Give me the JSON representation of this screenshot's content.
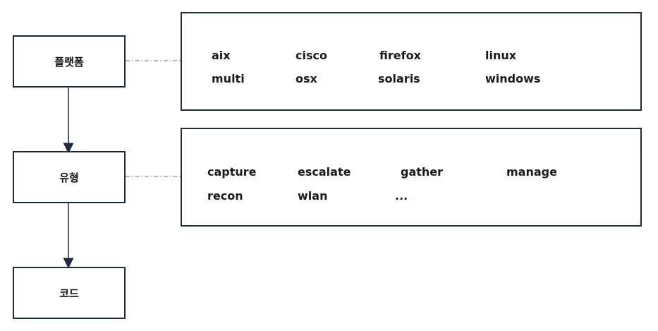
{
  "diagram": {
    "nodes": {
      "platform": "플랫폼",
      "type": "유형",
      "code": "코드"
    },
    "platform_items": [
      "aix",
      "cisco",
      "firefox",
      "linux",
      "multi",
      "osx",
      "solaris",
      "windows"
    ],
    "type_items": [
      "capture",
      "escalate",
      "gather",
      "manage",
      "recon",
      "wlan",
      "..."
    ],
    "colors": {
      "border": "#1f2a44",
      "connector": "#1f2a44",
      "dashed_leader": "#8a8a8a",
      "text": "#1a1a1a"
    }
  }
}
